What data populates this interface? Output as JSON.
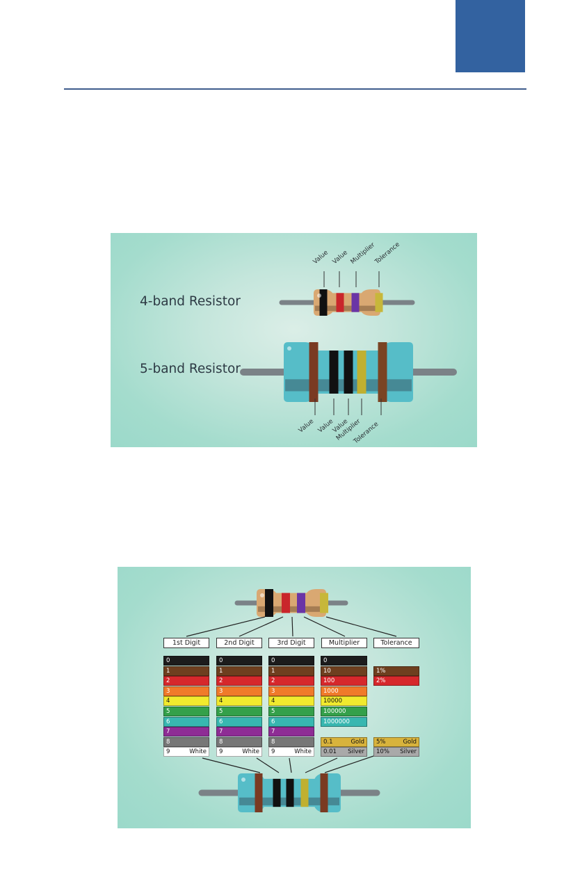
{
  "diagram1": {
    "four_band": {
      "title": "4-band Resistor",
      "bands": [
        "#111111",
        "#c9262b",
        "#6a35a6",
        "#c7b73a"
      ],
      "leads": [
        "Value",
        "Value",
        "Multiplier",
        "Tolerance"
      ]
    },
    "five_band": {
      "title": "5-band Resistor",
      "bands": [
        "#111111",
        "#111111",
        "#c0b030",
        "#7a4423"
      ],
      "leads": [
        "Value",
        "Value",
        "Value",
        "Multiplier",
        "Tolerance"
      ]
    }
  },
  "color_code": {
    "headers": [
      "1st Digit",
      "2nd Digit",
      "3rd Digit",
      "Multiplier",
      "Tolerance"
    ],
    "colors": {
      "black": "#1c1c1c",
      "brown": "#6e3f1f",
      "red": "#d6282c",
      "orange": "#f07a2a",
      "yellow": "#f1ea2e",
      "green": "#34a04a",
      "blue": "#38b7b0",
      "violet": "#8e2d95",
      "grey": "#777777",
      "white": "#ffffff",
      "gold": "#d8b33c",
      "silver": "#a9a9a9"
    },
    "digits": [
      {
        "value": "0",
        "color": "black",
        "name": ""
      },
      {
        "value": "1",
        "color": "brown",
        "name": ""
      },
      {
        "value": "2",
        "color": "red",
        "name": ""
      },
      {
        "value": "3",
        "color": "orange",
        "name": ""
      },
      {
        "value": "4",
        "color": "yellow",
        "name": ""
      },
      {
        "value": "5",
        "color": "green",
        "name": ""
      },
      {
        "value": "6",
        "color": "blue",
        "name": ""
      },
      {
        "value": "7",
        "color": "violet",
        "name": ""
      },
      {
        "value": "8",
        "color": "grey",
        "name": ""
      },
      {
        "value": "9",
        "color": "white",
        "name": "White"
      }
    ],
    "multiplier": [
      {
        "value": "0",
        "color": "black"
      },
      {
        "value": "10",
        "color": "brown"
      },
      {
        "value": "100",
        "color": "red"
      },
      {
        "value": "1000",
        "color": "orange"
      },
      {
        "value": "10000",
        "color": "yellow"
      },
      {
        "value": "100000",
        "color": "green"
      },
      {
        "value": "1000000",
        "color": "blue"
      }
    ],
    "multiplier_extra": [
      {
        "value": "0.1",
        "color": "gold",
        "name": "Gold"
      },
      {
        "value": "0.01",
        "color": "silver",
        "name": "Silver"
      }
    ],
    "tolerance": [
      {
        "value": "1%",
        "color": "brown"
      },
      {
        "value": "2%",
        "color": "red"
      }
    ],
    "tolerance_extra": [
      {
        "value": "5%",
        "color": "gold",
        "name": "Gold"
      },
      {
        "value": "10%",
        "color": "silver",
        "name": "Silver"
      }
    ]
  }
}
